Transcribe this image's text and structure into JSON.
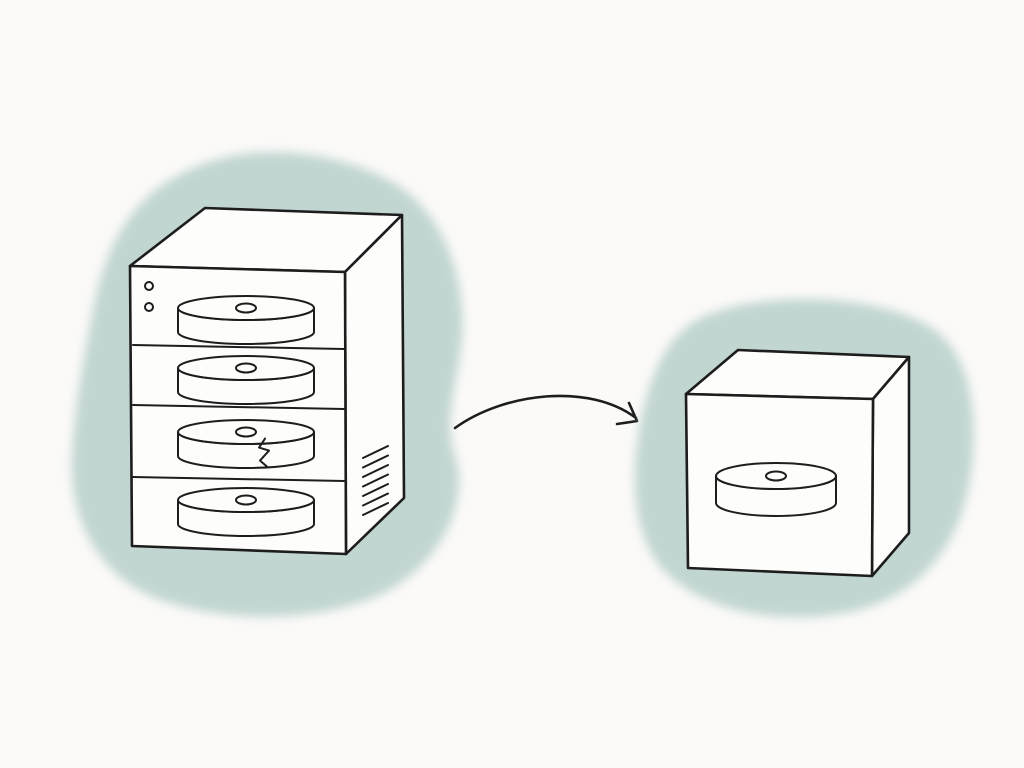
{
  "colors": {
    "background": "#fbfaf8",
    "wash": "#9fc0ba",
    "ink": "#1d1d1d",
    "box_fill": "#fdfdfb"
  },
  "diagram": {
    "source": {
      "kind": "multi-drive server tower",
      "drive_count": 4,
      "damaged_drive_index": 2,
      "vent_slot_count": 7,
      "indicator_light_count": 2
    },
    "connector": {
      "kind": "curved arrow",
      "direction": "source-to-target"
    },
    "target": {
      "kind": "single-drive cube",
      "drive_count": 1
    }
  }
}
